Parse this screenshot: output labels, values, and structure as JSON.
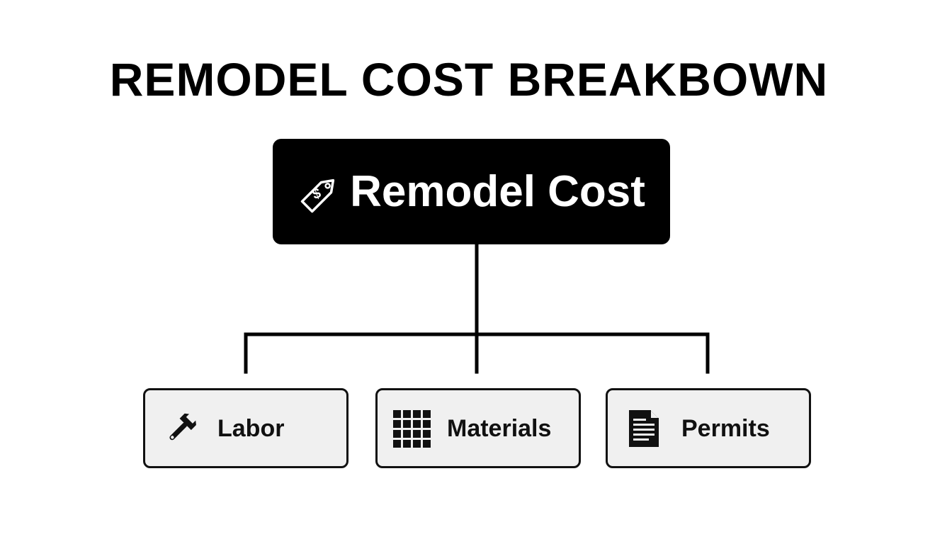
{
  "title": "REMODEL COST BREAKBOWN",
  "root": {
    "label": "Remodel Cost",
    "icon": "price-tag-dollar-icon"
  },
  "children": [
    {
      "label": "Labor",
      "icon": "wrench-icon"
    },
    {
      "label": "Materials",
      "icon": "tile-grid-icon"
    },
    {
      "label": "Permits",
      "icon": "document-icon"
    }
  ],
  "colors": {
    "background": "#ffffff",
    "root_fill": "#000000",
    "root_text": "#ffffff",
    "child_fill": "#f0f0f0",
    "line": "#000000"
  }
}
